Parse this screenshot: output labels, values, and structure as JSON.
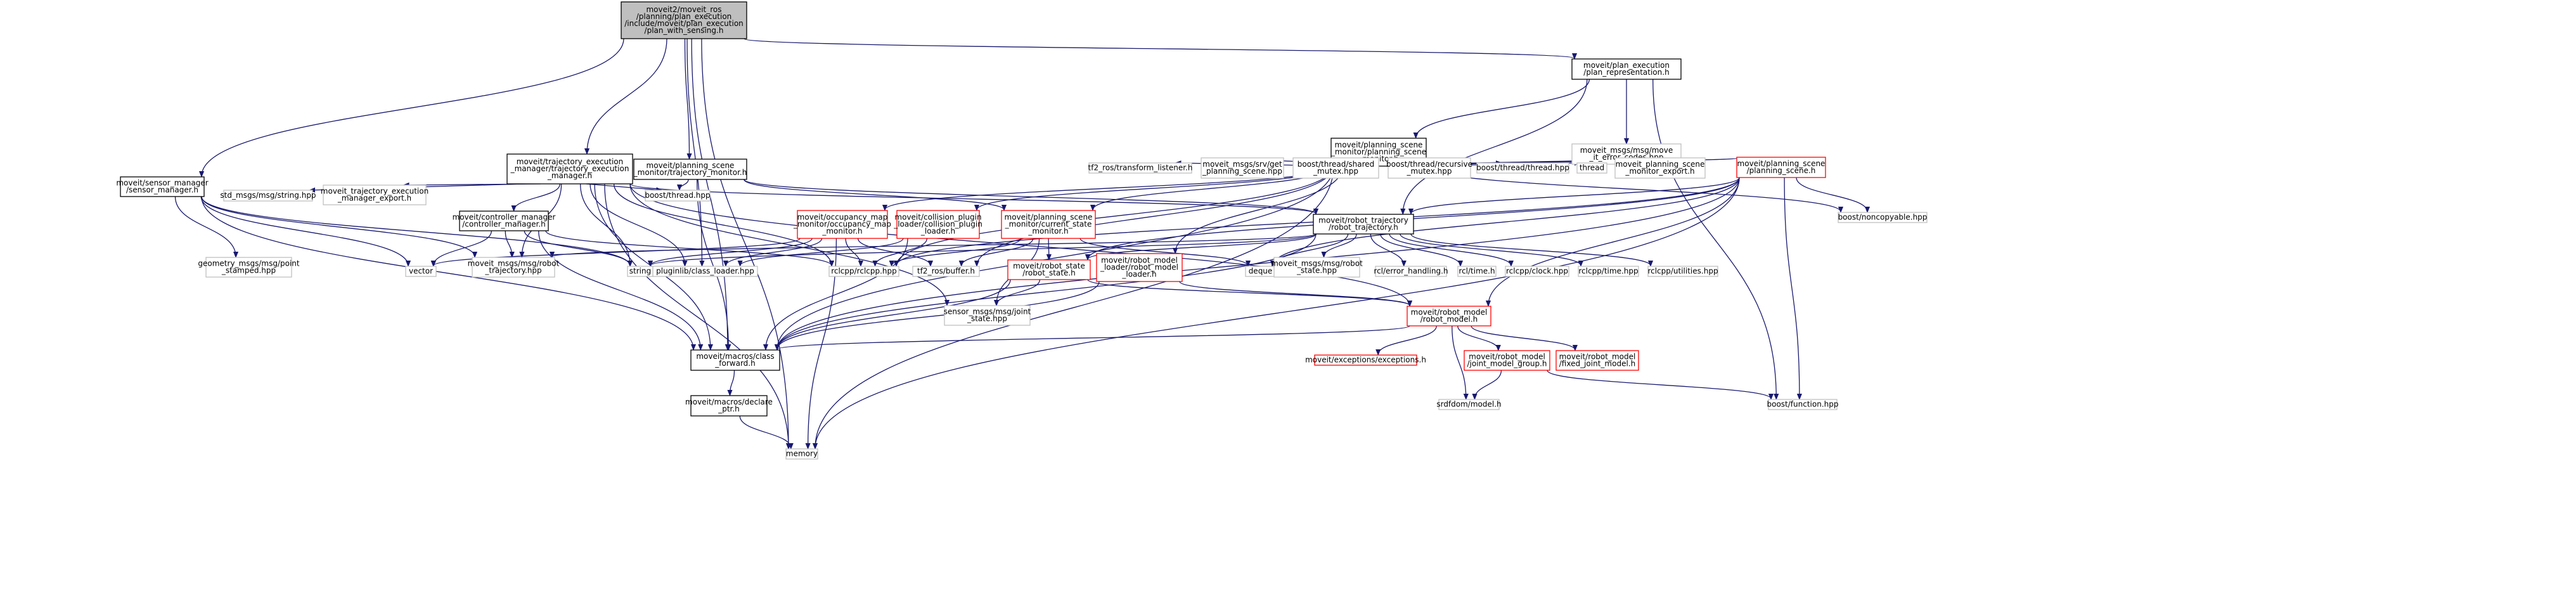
{
  "colors": {
    "root_fill": "#bfbfbf",
    "linked_border": "#000000",
    "external_border": "#bfbfbf",
    "missing_border": "#ff0000",
    "edge": "#191970",
    "text": "#000000"
  },
  "nodes": [
    {
      "id": "root",
      "kind": "root",
      "lines": [
        "moveit2/moveit_ros",
        "/planning/plan_execution",
        "/include/moveit/plan_execution",
        "/plan_with_sensing.h"
      ]
    },
    {
      "id": "plan_rep",
      "kind": "linked",
      "lines": [
        "moveit/plan_execution",
        "/plan_representation.h"
      ]
    },
    {
      "id": "psm",
      "kind": "linked",
      "lines": [
        "moveit/planning_scene",
        "_monitor/planning_scene",
        "_monitor.h"
      ]
    },
    {
      "id": "move_it_error",
      "kind": "external",
      "lines": [
        "moveit_msgs/msg/move",
        "_it_error_codes.hpp"
      ]
    },
    {
      "id": "tem",
      "kind": "linked",
      "lines": [
        "moveit/trajectory_execution",
        "_manager/trajectory_execution",
        "_manager.h"
      ]
    },
    {
      "id": "psm_traj",
      "kind": "linked",
      "lines": [
        "moveit/planning_scene",
        "_monitor/trajectory_monitor.h"
      ]
    },
    {
      "id": "sensor_mgr",
      "kind": "linked",
      "lines": [
        "moveit/sensor_manager",
        "/sensor_manager.h"
      ]
    },
    {
      "id": "std_string",
      "kind": "external",
      "lines": [
        "std_msgs/msg/string.hpp"
      ]
    },
    {
      "id": "tem_export",
      "kind": "external",
      "lines": [
        "moveit_trajectory_execution",
        "_manager_export.h"
      ]
    },
    {
      "id": "ctrl_mgr",
      "kind": "linked",
      "lines": [
        "moveit/controller_manager",
        "/controller_manager.h"
      ]
    },
    {
      "id": "boost_thread",
      "kind": "external",
      "lines": [
        "boost/thread.hpp"
      ]
    },
    {
      "id": "tf2_listener",
      "kind": "external",
      "lines": [
        "tf2_ros/transform_listener.h"
      ]
    },
    {
      "id": "srv_get_ps",
      "kind": "external",
      "lines": [
        "moveit_msgs/srv/get",
        "_planning_scene.hpp"
      ]
    },
    {
      "id": "shared_mutex",
      "kind": "external",
      "lines": [
        "boost/thread/shared",
        "_mutex.hpp"
      ]
    },
    {
      "id": "rec_mutex",
      "kind": "external",
      "lines": [
        "boost/thread/recursive",
        "_mutex.hpp"
      ]
    },
    {
      "id": "thread_hpp",
      "kind": "external",
      "lines": [
        "boost/thread/thread.hpp"
      ]
    },
    {
      "id": "thread",
      "kind": "external",
      "lines": [
        "thread"
      ]
    },
    {
      "id": "psm_export",
      "kind": "external",
      "lines": [
        "moveit_planning_scene",
        "_monitor_export.h"
      ]
    },
    {
      "id": "ps_h",
      "kind": "missing",
      "lines": [
        "moveit/planning_scene",
        "/planning_scene.h"
      ]
    },
    {
      "id": "noncopyable",
      "kind": "external",
      "lines": [
        "boost/noncopyable.hpp"
      ]
    },
    {
      "id": "occ_map",
      "kind": "missing",
      "lines": [
        "moveit/occupancy_map",
        "_monitor/occupancy_map",
        "_monitor.h"
      ]
    },
    {
      "id": "coll_plugin",
      "kind": "missing",
      "lines": [
        "moveit/collision_plugin",
        "_loader/collision_plugin",
        "_loader.h"
      ]
    },
    {
      "id": "csm",
      "kind": "missing",
      "lines": [
        "moveit/planning_scene",
        "_monitor/current_state",
        "_monitor.h"
      ]
    },
    {
      "id": "robot_traj",
      "kind": "linked",
      "lines": [
        "moveit/robot_trajectory",
        "/robot_trajectory.h"
      ]
    },
    {
      "id": "geom_point",
      "kind": "external",
      "lines": [
        "geometry_msgs/msg/point",
        "_stamped.hpp"
      ]
    },
    {
      "id": "vector",
      "kind": "external",
      "lines": [
        "vector"
      ]
    },
    {
      "id": "msg_robot_traj",
      "kind": "external",
      "lines": [
        "moveit_msgs/msg/robot",
        "_trajectory.hpp"
      ]
    },
    {
      "id": "string",
      "kind": "external",
      "lines": [
        "string"
      ]
    },
    {
      "id": "pluginlib",
      "kind": "external",
      "lines": [
        "pluginlib/class_loader.hpp"
      ]
    },
    {
      "id": "rclcpp",
      "kind": "external",
      "lines": [
        "rclcpp/rclcpp.hpp"
      ]
    },
    {
      "id": "tf2_buffer",
      "kind": "external",
      "lines": [
        "tf2_ros/buffer.h"
      ]
    },
    {
      "id": "robot_state",
      "kind": "missing",
      "lines": [
        "moveit/robot_state",
        "/robot_state.h"
      ]
    },
    {
      "id": "rm_loader",
      "kind": "missing",
      "lines": [
        "moveit/robot_model",
        "_loader/robot_model",
        "_loader.h"
      ]
    },
    {
      "id": "deque",
      "kind": "external",
      "lines": [
        "deque"
      ]
    },
    {
      "id": "msg_robot_state",
      "kind": "external",
      "lines": [
        "moveit_msgs/msg/robot",
        "_state.hpp"
      ]
    },
    {
      "id": "rcl_err",
      "kind": "external",
      "lines": [
        "rcl/error_handling.h"
      ]
    },
    {
      "id": "rcl_time",
      "kind": "external",
      "lines": [
        "rcl/time.h"
      ]
    },
    {
      "id": "rclcpp_clock",
      "kind": "external",
      "lines": [
        "rclcpp/clock.hpp"
      ]
    },
    {
      "id": "rclcpp_time",
      "kind": "external",
      "lines": [
        "rclcpp/time.hpp"
      ]
    },
    {
      "id": "rclcpp_util",
      "kind": "external",
      "lines": [
        "rclcpp/utilities.hpp"
      ]
    },
    {
      "id": "sensor_joint",
      "kind": "external",
      "lines": [
        "sensor_msgs/msg/joint",
        "_state.hpp"
      ]
    },
    {
      "id": "robot_model",
      "kind": "missing",
      "lines": [
        "moveit/robot_model",
        "/robot_model.h"
      ]
    },
    {
      "id": "class_fwd",
      "kind": "linked",
      "lines": [
        "moveit/macros/class",
        "_forward.h"
      ]
    },
    {
      "id": "exceptions",
      "kind": "missing",
      "lines": [
        "moveit/exceptions/exceptions.h"
      ]
    },
    {
      "id": "jmg",
      "kind": "missing",
      "lines": [
        "moveit/robot_model",
        "/joint_model_group.h"
      ]
    },
    {
      "id": "fixed_jm",
      "kind": "missing",
      "lines": [
        "moveit/robot_model",
        "/fixed_joint_model.h"
      ]
    },
    {
      "id": "srdfdom",
      "kind": "external",
      "lines": [
        "srdfdom/model.h"
      ]
    },
    {
      "id": "boost_function",
      "kind": "external",
      "lines": [
        "boost/function.hpp"
      ]
    },
    {
      "id": "declare_ptr",
      "kind": "linked",
      "lines": [
        "moveit/macros/declare",
        "_ptr.h"
      ]
    },
    {
      "id": "memory",
      "kind": "external",
      "lines": [
        "memory"
      ]
    }
  ]
}
